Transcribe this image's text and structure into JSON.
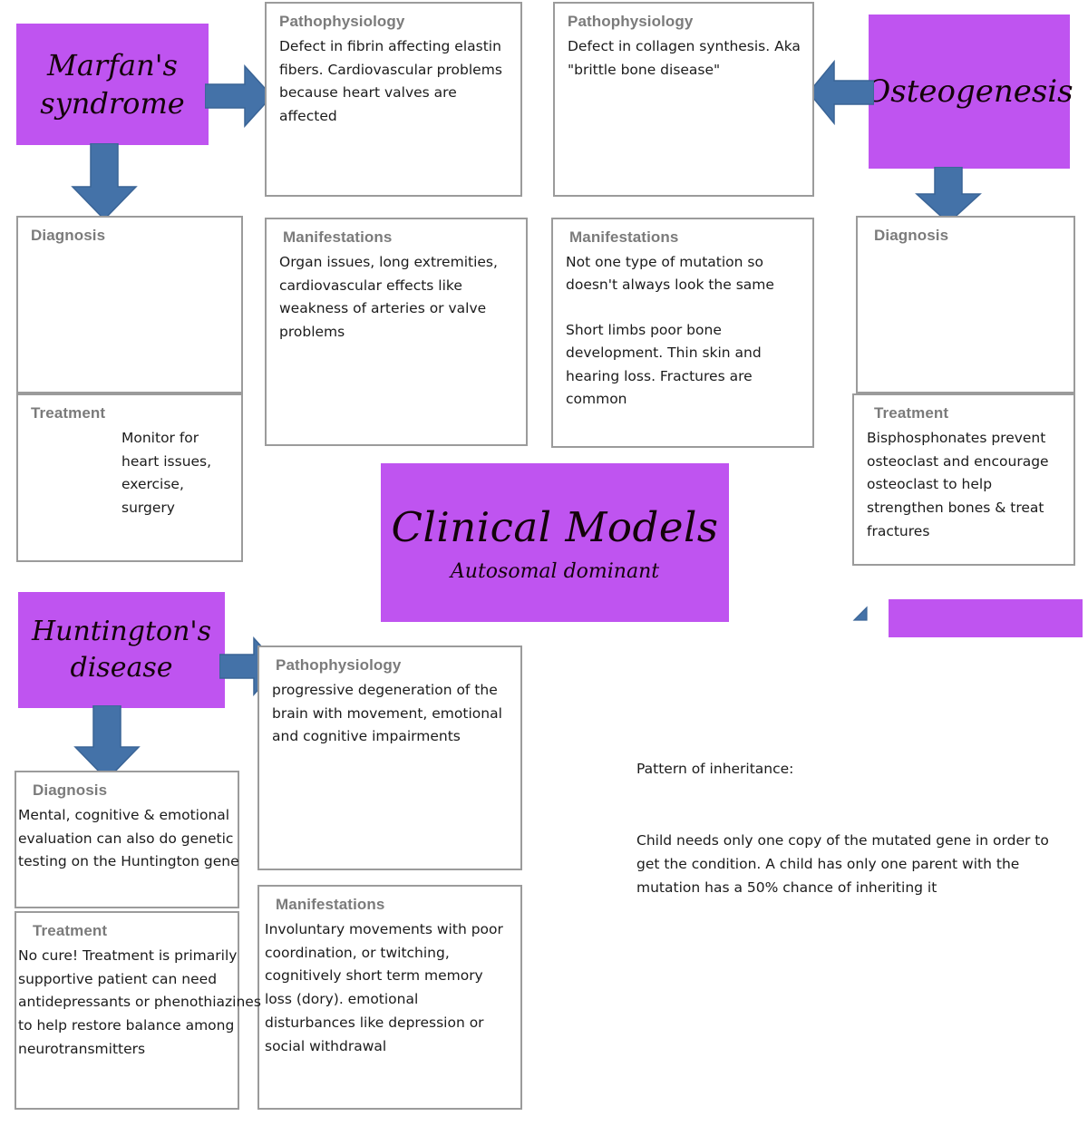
{
  "title": {
    "main": "Clinical Models",
    "subtitle": "Autosomal dominant"
  },
  "colors": {
    "purple": "#bf54f0",
    "arrow_blue": "#4472a8",
    "card_border": "#9b9b9b",
    "card_heading": "#7b7b7b"
  },
  "conditions": [
    {
      "key": "marfans",
      "name": "Marfan's syndrome",
      "pathophysiology": {
        "heading": "Pathophysiology",
        "text": "Defect in fibrin affecting elastin fibers. Cardiovascular problems because heart valves are affected"
      },
      "manifestations": {
        "heading": "Manifestations",
        "text": "Organ issues, long extremities, cardiovascular effects like weakness of arteries or valve problems"
      },
      "diagnosis": {
        "heading": "Diagnosis",
        "text": ""
      },
      "treatment": {
        "heading": "Treatment",
        "text": "Monitor for heart issues, exercise, surgery"
      }
    },
    {
      "key": "osteogenesis",
      "name": "Osteogenesis",
      "pathophysiology": {
        "heading": "Pathophysiology",
        "text": "Defect in collagen synthesis. Aka \"brittle bone disease\""
      },
      "manifestations": {
        "heading": "Manifestations",
        "text": "Not one type of mutation so doesn't always look the same\n\nShort limbs poor bone development. Thin skin and hearing loss. Fractures are common"
      },
      "diagnosis": {
        "heading": "Diagnosis",
        "text": ""
      },
      "treatment": {
        "heading": "Treatment",
        "text": "Bisphosphonates prevent osteoclast and encourage osteoclast to help strengthen bones & treat fractures"
      }
    },
    {
      "key": "huntingtons",
      "name": "Huntington's disease",
      "pathophysiology": {
        "heading": "Pathophysiology",
        "text": "progressive degeneration of the brain with movement, emotional and cognitive impairments"
      },
      "manifestations": {
        "heading": "Manifestations",
        "text": "Involuntary movements with poor coordination, or twitching, cognitively short term memory loss (dory). emotional disturbances like depression or social withdrawal"
      },
      "diagnosis": {
        "heading": "Diagnosis",
        "text": "Mental, cognitive & emotional evaluation can also do genetic testing on the Huntington gene"
      },
      "treatment": {
        "heading": "Treatment",
        "text": "No cure! Treatment is primarily supportive patient can need antidepressants or phenothiazines to help restore balance among neurotransmitters"
      }
    }
  ],
  "inheritance_note": {
    "label": "Pattern of inheritance:",
    "text": "Child needs only one copy of the mutated gene in order to get the condition. A child has only one parent with the mutation has a 50% chance of inheriting it"
  },
  "empty_purple_bar": ""
}
